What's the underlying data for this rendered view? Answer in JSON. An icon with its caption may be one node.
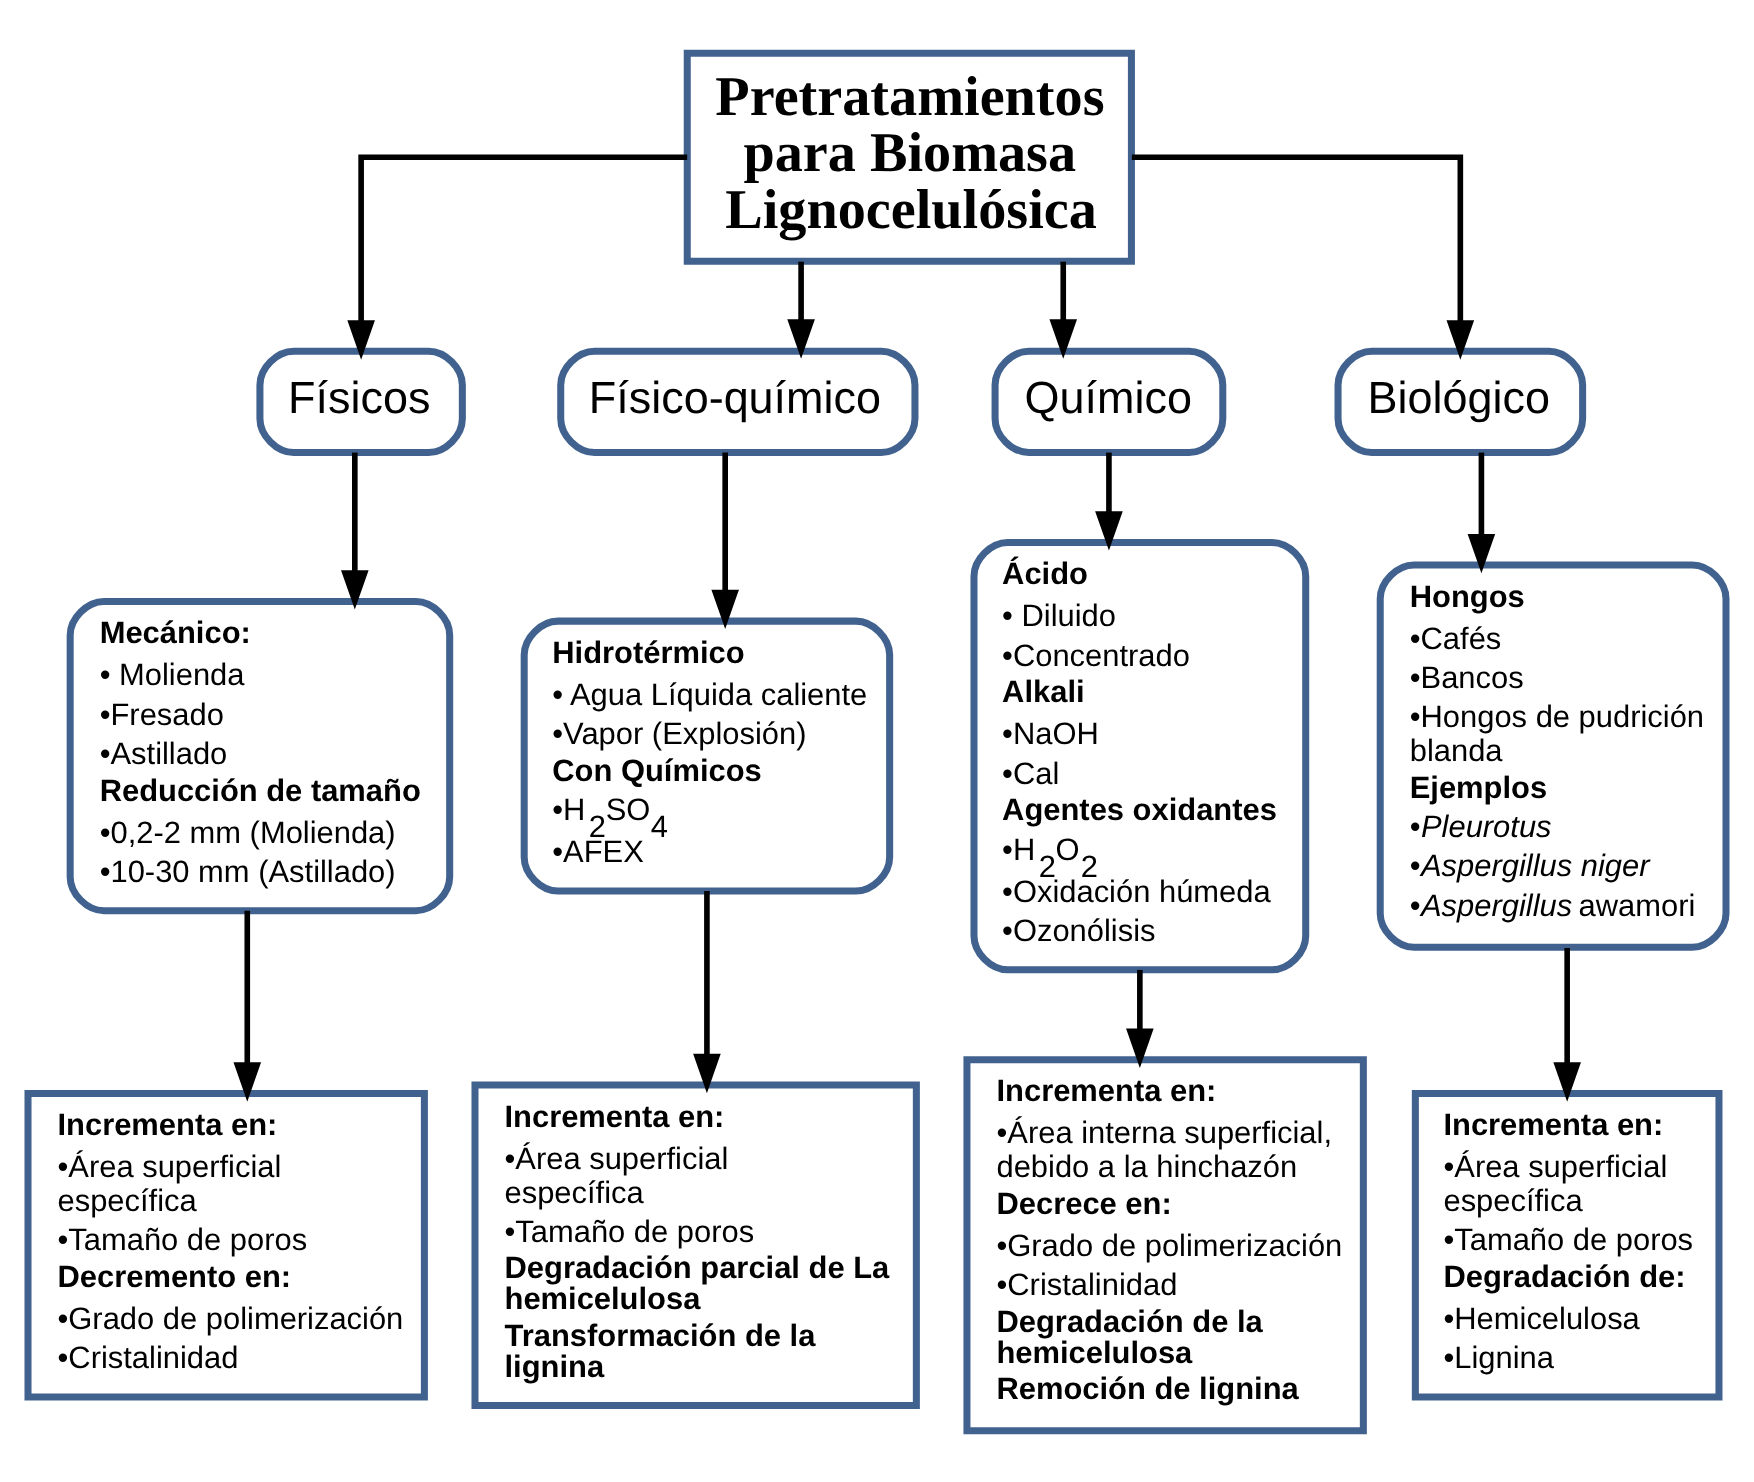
{
  "diagram": {
    "nodes": [
      {
        "text": [
          "Pretratamientos para Biomasa Lignocelulósica"
        ]
      },
      {
        "text": [
          "Físicos"
        ]
      },
      {
        "text": [
          "Físico-químico"
        ]
      },
      {
        "text": [
          "Químico"
        ]
      },
      {
        "text": [
          "Biológico"
        ]
      },
      {
        "text": [
          "Mecánico:",
          "• Molienda",
          "•Fresado",
          "•Astillado",
          "Reducción de tamaño",
          "•0,2-2 mm (Molienda)",
          "•10-30 mm (Astillado)"
        ]
      },
      {
        "text": [
          "Hidrotérmico",
          "• Agua Líquida caliente",
          "•Vapor (Explosión)",
          "Con Químicos",
          "•H$_{2}$SO$_{4}$",
          "•AFEX"
        ]
      },
      {
        "text": [
          "Ácido",
          "• Diluido",
          "•Concentrado",
          "Alkali",
          "•NaOH",
          "•Cal",
          "Agentes oxidantes",
          "•H$_{2}$O$_{2}$",
          "•Oxidación húmeda",
          "•Ozonólisis"
        ]
      },
      {
        "text": [
          "Hongos",
          "•Cafés",
          "•Bancos",
          "•Hongos de pudrición blanda",
          "Ejemplos",
          "•*Pleurotus*",
          "•*Aspergillus niger*",
          "•*Aspergillus* awamori"
        ]
      },
      {
        "text": [
          "Incrementa en:",
          "•Área superficial específica",
          "•Tamaño de poros",
          "Decremento en:",
          "•Grado de polimerización",
          "•Cristalinidad"
        ]
      },
      {
        "text": [
          "Incrementa en:",
          "•Área superficial específica",
          "•Tamaño de poros",
          "Degradación parcial de La hemicelulosa",
          "Transformación de la lignina"
        ]
      },
      {
        "text": [
          "Incrementa en:",
          "•Área interna superficial, debido a la hinchazón",
          "Decrece en:",
          "•Grado de polimerización",
          "•Cristalinidad",
          "Degradación de la hemicelulosa",
          "Remoción de lignina"
        ]
      },
      {
        "text": [
          "Incrementa en:",
          "•Área superficial específica",
          "•Tamaño de poros",
          "Degradación de:",
          "•Hemicelulosa",
          "•Lignina"
        ]
      }
    ],
    "edges": [
      {
        "from": 0,
        "to": 1,
        "arrow": "to"
      },
      {
        "from": 0,
        "to": 2,
        "arrow": "to"
      },
      {
        "from": 0,
        "to": 3,
        "arrow": "to"
      },
      {
        "from": 0,
        "to": 4,
        "arrow": "to"
      },
      {
        "from": 1,
        "to": 5,
        "arrow": "to"
      },
      {
        "from": 2,
        "to": 6,
        "arrow": "to"
      },
      {
        "from": 3,
        "to": 7,
        "arrow": "to"
      },
      {
        "from": 4,
        "to": 8,
        "arrow": "to"
      },
      {
        "from": 5,
        "to": 9,
        "arrow": "to"
      },
      {
        "from": 6,
        "to": 10,
        "arrow": "to"
      },
      {
        "from": 7,
        "to": 11,
        "arrow": "to"
      },
      {
        "from": 8,
        "to": 12,
        "arrow": "to"
      }
    ]
  }
}
